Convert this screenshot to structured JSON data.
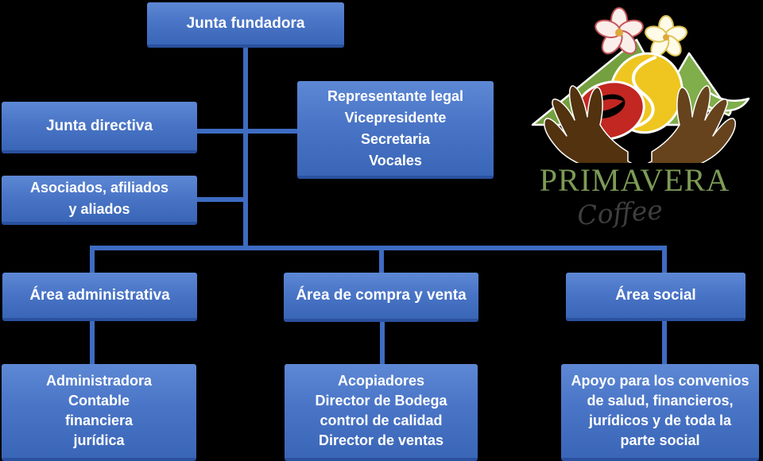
{
  "colors": {
    "connector": "#3e6cc2",
    "node_top": "#5d88d4",
    "node_mid": "#4a75c7",
    "node_bottom": "#3a66b7",
    "node_border": "#2a519f",
    "node_text": "#ffffff",
    "brand_color": "#7d9b55",
    "tagline_color": "#3e3e3e",
    "mountain": "#74a03f",
    "mountain_2": "#7fae4a",
    "yellow_bean": "#eec61f",
    "red_bean": "#c22722",
    "hand_left": "#52320f",
    "hand_right": "#66431c",
    "flower_left_stroke": "#c4565c",
    "flower_right_stroke": "#dfc455",
    "flower_center": "#dfa83c"
  },
  "org_chart": {
    "junta_fundadora": {
      "lines": [
        "Junta fundadora"
      ]
    },
    "junta_directiva": {
      "lines": [
        "Junta directiva"
      ]
    },
    "asociados": {
      "lines": [
        "Asociados, afiliados",
        "y aliados"
      ]
    },
    "representante": {
      "lines": [
        "Representante legal",
        "Vicepresidente",
        "Secretaria",
        "Vocales"
      ]
    },
    "area_administrativa": {
      "lines": [
        "Área administrativa"
      ]
    },
    "area_compra_venta": {
      "lines": [
        "Área de compra y venta"
      ]
    },
    "area_social": {
      "lines": [
        "Área social"
      ]
    },
    "equipo_administrativo": {
      "lines": [
        "Administradora",
        "Contable",
        "financiera",
        "jurídica"
      ]
    },
    "equipo_compra_venta": {
      "lines": [
        "Acopiadores",
        "Director de Bodega",
        "control de calidad",
        "Director de ventas"
      ]
    },
    "equipo_social": {
      "lines": [
        "Apoyo para los convenios",
        "de salud, financieros,",
        "jurídicos y de toda la",
        "parte social"
      ]
    }
  },
  "logo": {
    "brand": "PRIMAVERA",
    "tagline": "Coffee"
  }
}
